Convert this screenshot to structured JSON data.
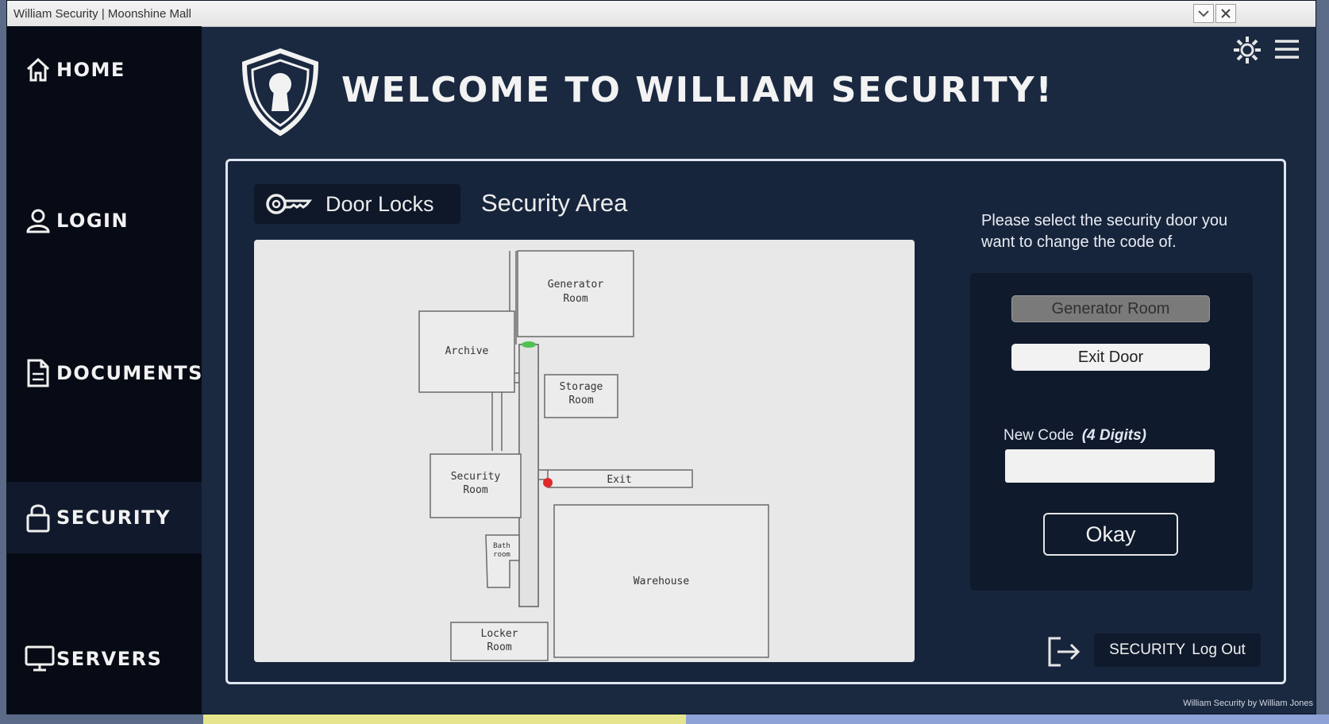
{
  "window": {
    "title": "William Security | Moonshine Mall"
  },
  "sidebar": {
    "items": [
      {
        "label": "HOME",
        "icon": "home-icon"
      },
      {
        "label": "LOGIN",
        "icon": "user-icon"
      },
      {
        "label": "DOCUMENTS",
        "icon": "document-icon"
      },
      {
        "label": "SECURITY",
        "icon": "lock-icon",
        "active": true
      },
      {
        "label": "SERVERS",
        "icon": "monitor-icon"
      }
    ]
  },
  "header": {
    "title": "WELCOME TO WILLIAM SECURITY!"
  },
  "tabs": {
    "door_locks": "Door Locks",
    "security_area": "Security Area"
  },
  "map": {
    "rooms": [
      {
        "name": "generator",
        "label": [
          "Generator",
          "Room"
        ]
      },
      {
        "name": "archive",
        "label": [
          "Archive"
        ]
      },
      {
        "name": "storage",
        "label": [
          "Storage",
          "Room"
        ]
      },
      {
        "name": "security",
        "label": [
          "Security",
          "Room"
        ]
      },
      {
        "name": "exit",
        "label": [
          "Exit"
        ]
      },
      {
        "name": "bathroom",
        "label": [
          "Bath",
          "room"
        ]
      },
      {
        "name": "warehouse",
        "label": [
          "Warehouse"
        ]
      },
      {
        "name": "locker",
        "label": [
          "Locker",
          "Room"
        ]
      }
    ],
    "door_markers": {
      "generator": "#4fc24f",
      "exit": "#e02a2a"
    }
  },
  "door_panel": {
    "instruction": "Please select the security door you want to change the code of.",
    "doors": [
      {
        "label": "Generator Room",
        "selected": true
      },
      {
        "label": "Exit Door",
        "selected": false
      }
    ],
    "new_code_label": "New Code",
    "new_code_hint": "(4 Digits)",
    "new_code_value": "",
    "okay_label": "Okay"
  },
  "session": {
    "user": "SECURITY",
    "logout_label": "Log Out"
  },
  "footer": {
    "text": "William Security by William Jones"
  },
  "colors": {
    "background": "#1a2840",
    "sidebar": "#060b15",
    "accent": "#dfe6f0"
  }
}
